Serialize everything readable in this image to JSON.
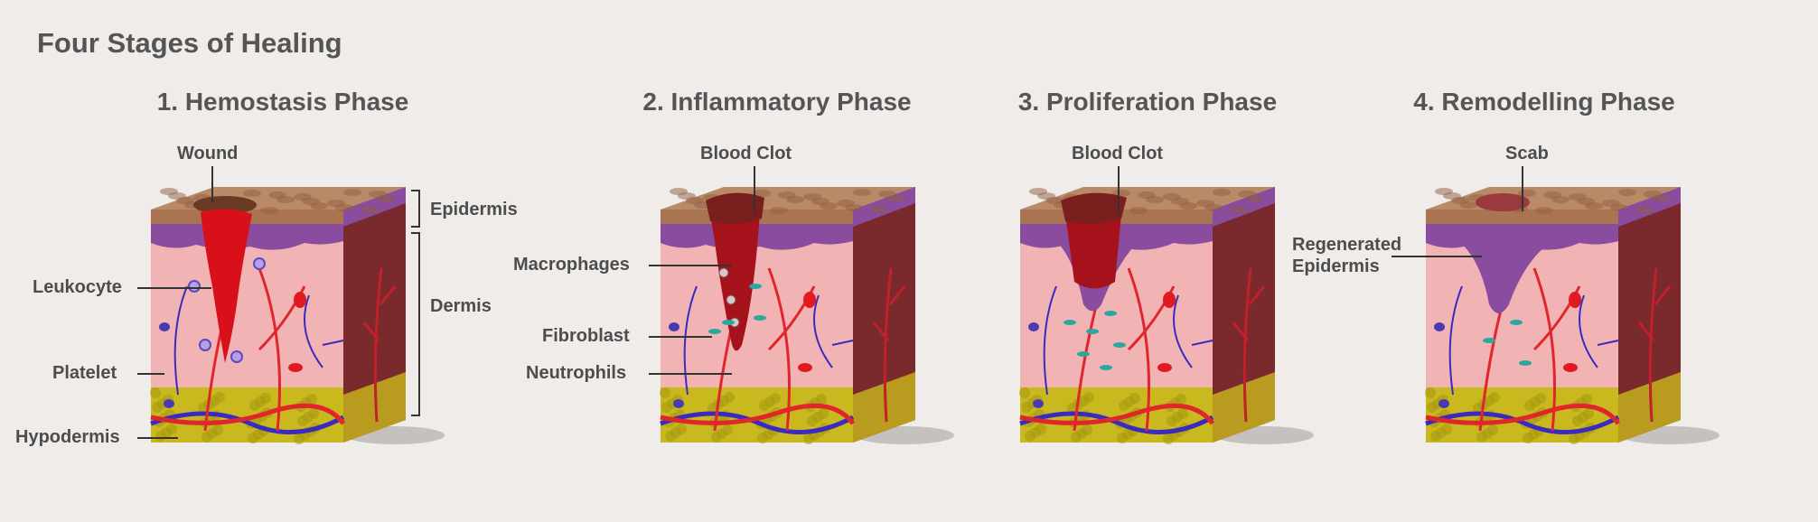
{
  "title": "Four Stages of Healing",
  "phases": [
    {
      "title": "1. Hemostasis Phase",
      "top_label": "Wound",
      "variant": "wound"
    },
    {
      "title": "2. Inflammatory Phase",
      "top_label": "Blood Clot",
      "variant": "clot"
    },
    {
      "title": "3. Proliferation Phase",
      "top_label": "Blood Clot",
      "variant": "prolif"
    },
    {
      "title": "4. Remodelling Phase",
      "top_label": "Scab",
      "variant": "scab"
    }
  ],
  "labels": {
    "epidermis": "Epidermis",
    "dermis": "Dermis",
    "leukocyte": "Leukocyte",
    "platelet": "Platelet",
    "hypodermis": "Hypodermis",
    "macrophages": "Macrophages",
    "fibroblast": "Fibroblast",
    "neutrophils": "Neutrophils",
    "regenerated_1": "Regenerated",
    "regenerated_2": "Epidermis"
  },
  "colors": {
    "background": "#efecea",
    "skin_top": "#b98a68",
    "epidermis": "#8a4c9e",
    "dermis": "#f2b3b5",
    "side": "#7a2a2c",
    "fat": "#c9b81e",
    "wound": "#d8101a",
    "clot": "#7a1e1e",
    "vein": "#3a2ac0",
    "artery": "#e0262c"
  }
}
